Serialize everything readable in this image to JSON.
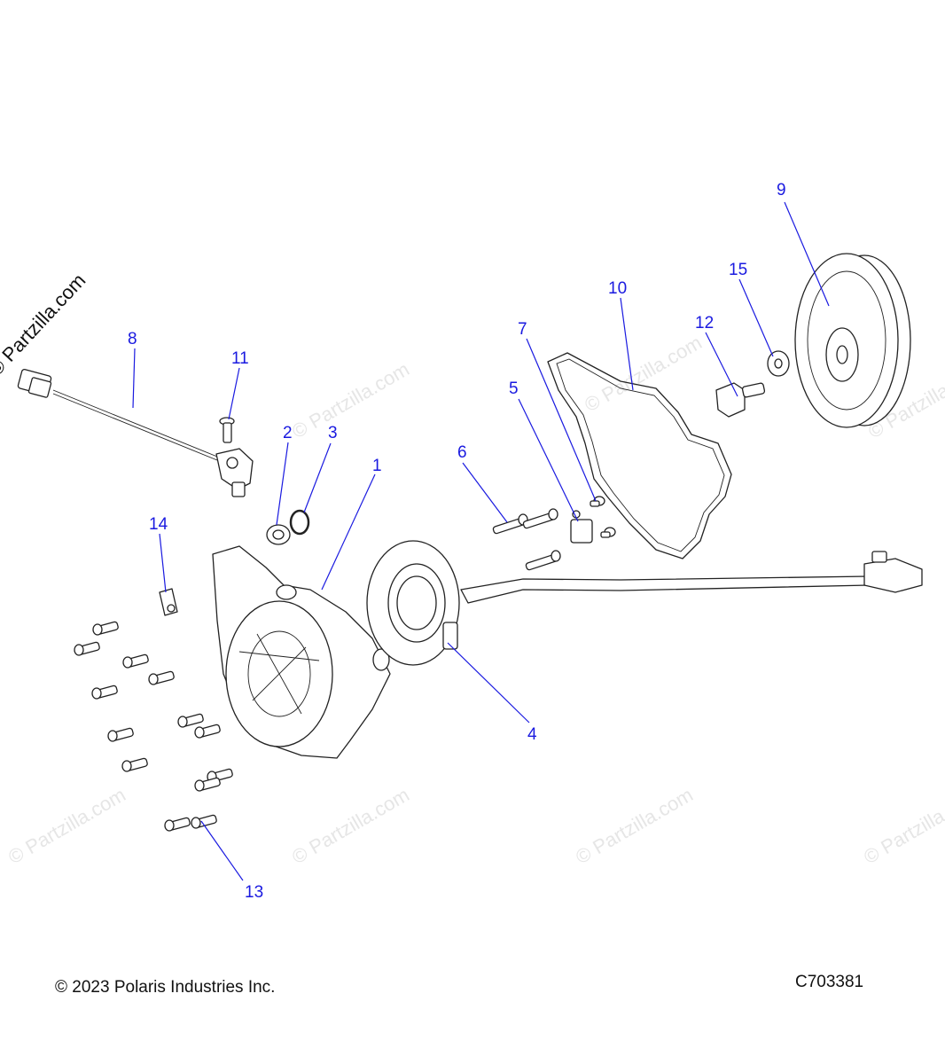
{
  "watermark": "© Partzilla.com",
  "copyright": "© 2023 Polaris Industries Inc.",
  "diagram_code": "C703381",
  "callouts": {
    "c1": "1",
    "c2": "2",
    "c3": "3",
    "c4": "4",
    "c5": "5",
    "c6": "6",
    "c7": "7",
    "c8": "8",
    "c9": "9",
    "c10": "10",
    "c11": "11",
    "c12": "12",
    "c13": "13",
    "c14": "14",
    "c15": "15"
  },
  "colors": {
    "callout": "#1a1ae0",
    "line": "#222222",
    "watermark": "#e6e6e6"
  }
}
